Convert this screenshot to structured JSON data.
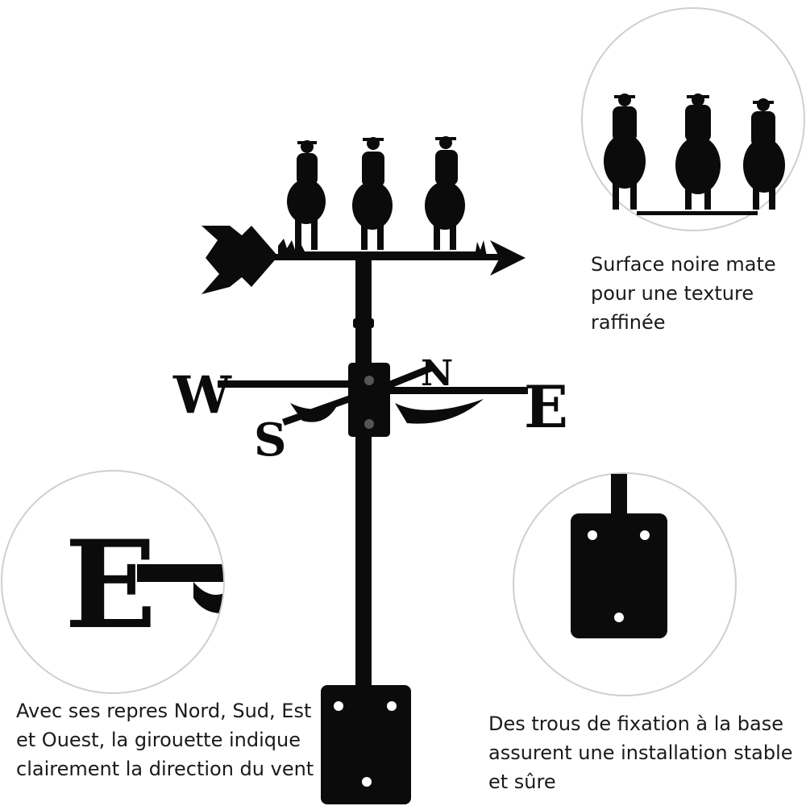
{
  "captions": {
    "surface": [
      "Surface noire mate",
      "pour une texture",
      "raffinée"
    ],
    "directions": [
      "Avec ses repres Nord, Sud, Est",
      "et Ouest, la girouette indique",
      "clairement la direction du vent"
    ],
    "mounting": [
      "Des trous de fixation à la base",
      "assurent une installation stable",
      "et sûre"
    ]
  },
  "compass_letters": {
    "west": "W",
    "east": "E",
    "north": "N",
    "south": "S"
  },
  "zoom_letter": "E",
  "colors": {
    "metal": "#0b0b0b",
    "background": "#ffffff",
    "circle_border": "#cfcfcf"
  }
}
